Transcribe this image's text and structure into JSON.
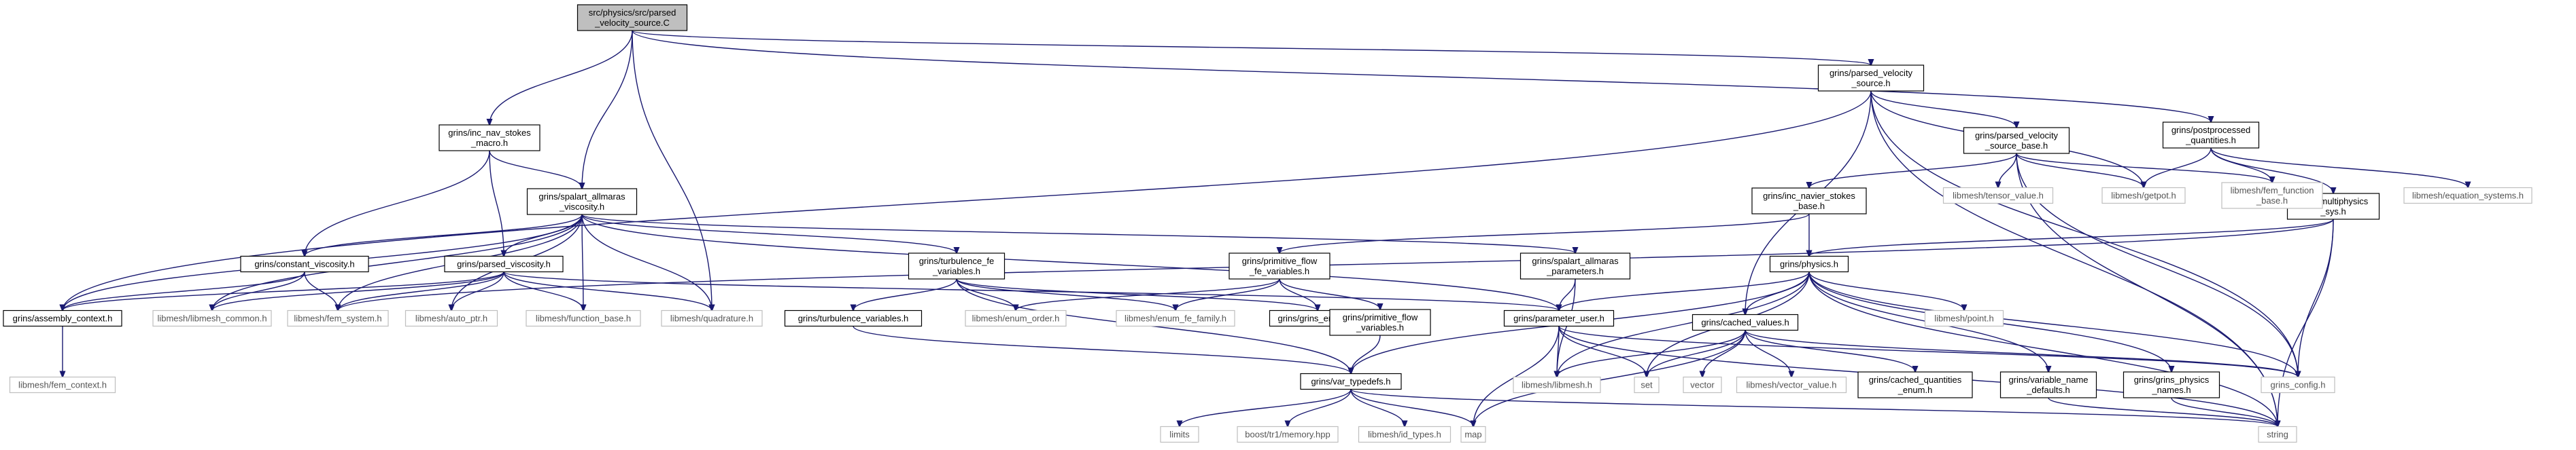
{
  "graph": {
    "title": "",
    "colors": {
      "edge": "#191970",
      "node_border": "#000000",
      "external_border": "#bfbfbf",
      "root_fill": "#bfbfbf"
    },
    "nodes": [
      {
        "id": "root",
        "lines": [
          "src/physics/src/parsed",
          "_velocity_source.C"
        ],
        "kind": "root"
      },
      {
        "id": "pvs",
        "lines": [
          "grins/parsed_velocity",
          "_source.h"
        ],
        "kind": "internal"
      },
      {
        "id": "pq",
        "lines": [
          "grins/postprocessed",
          "_quantities.h"
        ],
        "kind": "internal"
      },
      {
        "id": "ins_macro",
        "lines": [
          "grins/inc_nav_stokes",
          "_macro.h"
        ],
        "kind": "internal"
      },
      {
        "id": "sa_visc",
        "lines": [
          "grins/spalart_allmaras",
          "_viscosity.h"
        ],
        "kind": "internal"
      },
      {
        "id": "pvsb",
        "lines": [
          "grins/parsed_velocity",
          "_source_base.h"
        ],
        "kind": "internal"
      },
      {
        "id": "eq_sys",
        "lines": [
          "libmesh/equation_systems.h"
        ],
        "kind": "external"
      },
      {
        "id": "multiphys",
        "lines": [
          "grins/multiphysics",
          "_sys.h"
        ],
        "kind": "internal"
      },
      {
        "id": "getpot",
        "lines": [
          "libmesh/getpot.h"
        ],
        "kind": "external"
      },
      {
        "id": "fem_fb",
        "lines": [
          "libmesh/fem_function",
          "_base.h"
        ],
        "kind": "external"
      },
      {
        "id": "tensor",
        "lines": [
          "libmesh/tensor_value.h"
        ],
        "kind": "external"
      },
      {
        "id": "ins_base",
        "lines": [
          "grins/inc_navier_stokes",
          "_base.h"
        ],
        "kind": "internal"
      },
      {
        "id": "const_visc",
        "lines": [
          "grins/constant_viscosity.h"
        ],
        "kind": "internal"
      },
      {
        "id": "parsed_visc",
        "lines": [
          "grins/parsed_viscosity.h"
        ],
        "kind": "internal"
      },
      {
        "id": "turb_fe",
        "lines": [
          "grins/turbulence_fe",
          "_variables.h"
        ],
        "kind": "internal"
      },
      {
        "id": "prim_fe",
        "lines": [
          "grins/primitive_flow",
          "_fe_variables.h"
        ],
        "kind": "internal"
      },
      {
        "id": "sa_params",
        "lines": [
          "grins/spalart_allmaras",
          "_parameters.h"
        ],
        "kind": "internal"
      },
      {
        "id": "physics",
        "lines": [
          "grins/physics.h"
        ],
        "kind": "internal"
      },
      {
        "id": "assembly",
        "lines": [
          "grins/assembly_context.h"
        ],
        "kind": "internal"
      },
      {
        "id": "lm_common",
        "lines": [
          "libmesh/libmesh_common.h"
        ],
        "kind": "external"
      },
      {
        "id": "fem_system",
        "lines": [
          "libmesh/fem_system.h"
        ],
        "kind": "external"
      },
      {
        "id": "auto_ptr",
        "lines": [
          "libmesh/auto_ptr.h"
        ],
        "kind": "external"
      },
      {
        "id": "func_base",
        "lines": [
          "libmesh/function_base.h"
        ],
        "kind": "external"
      },
      {
        "id": "quadrature",
        "lines": [
          "libmesh/quadrature.h"
        ],
        "kind": "external"
      },
      {
        "id": "enum_order",
        "lines": [
          "libmesh/enum_order.h"
        ],
        "kind": "external"
      },
      {
        "id": "enum_fe",
        "lines": [
          "libmesh/enum_fe_family.h"
        ],
        "kind": "external"
      },
      {
        "id": "grins_enums",
        "lines": [
          "grins/grins_enums.h"
        ],
        "kind": "internal"
      },
      {
        "id": "param_user",
        "lines": [
          "grins/parameter_user.h"
        ],
        "kind": "internal"
      },
      {
        "id": "point",
        "lines": [
          "libmesh/point.h"
        ],
        "kind": "external"
      },
      {
        "id": "turb_vars",
        "lines": [
          "grins/turbulence_variables.h"
        ],
        "kind": "internal"
      },
      {
        "id": "prim_vars",
        "lines": [
          "grins/primitive_flow",
          "_variables.h"
        ],
        "kind": "internal"
      },
      {
        "id": "cached_vals",
        "lines": [
          "grins/cached_values.h"
        ],
        "kind": "internal"
      },
      {
        "id": "fem_context",
        "lines": [
          "libmesh/fem_context.h"
        ],
        "kind": "external"
      },
      {
        "id": "libmesh",
        "lines": [
          "libmesh/libmesh.h"
        ],
        "kind": "external"
      },
      {
        "id": "set",
        "lines": [
          "set"
        ],
        "kind": "external"
      },
      {
        "id": "vector",
        "lines": [
          "vector"
        ],
        "kind": "external"
      },
      {
        "id": "vec_val",
        "lines": [
          "libmesh/vector_value.h"
        ],
        "kind": "external"
      },
      {
        "id": "cq_enum",
        "lines": [
          "grins/cached_quantities",
          "_enum.h"
        ],
        "kind": "internal"
      },
      {
        "id": "var_name",
        "lines": [
          "grins/variable_name",
          "_defaults.h"
        ],
        "kind": "internal"
      },
      {
        "id": "gp_names",
        "lines": [
          "grins/grins_physics",
          "_names.h"
        ],
        "kind": "internal"
      },
      {
        "id": "config",
        "lines": [
          "grins_config.h"
        ],
        "kind": "external"
      },
      {
        "id": "var_typedefs",
        "lines": [
          "grins/var_typedefs.h"
        ],
        "kind": "internal"
      },
      {
        "id": "limits",
        "lines": [
          "limits"
        ],
        "kind": "external"
      },
      {
        "id": "memory",
        "lines": [
          "boost/tr1/memory.hpp"
        ],
        "kind": "external"
      },
      {
        "id": "id_types",
        "lines": [
          "libmesh/id_types.h"
        ],
        "kind": "external"
      },
      {
        "id": "map",
        "lines": [
          "map"
        ],
        "kind": "external"
      },
      {
        "id": "string",
        "lines": [
          "string"
        ],
        "kind": "external"
      }
    ],
    "edges": [
      [
        "root",
        "pvs"
      ],
      [
        "root",
        "pq"
      ],
      [
        "root",
        "ins_macro"
      ],
      [
        "root",
        "sa_visc"
      ],
      [
        "root",
        "quadrature"
      ],
      [
        "pvs",
        "pvsb"
      ],
      [
        "pvs",
        "getpot"
      ],
      [
        "pvs",
        "assembly"
      ],
      [
        "pvs",
        "cached_vals"
      ],
      [
        "pvs",
        "config"
      ],
      [
        "pvs",
        "string"
      ],
      [
        "pq",
        "getpot"
      ],
      [
        "pq",
        "fem_fb"
      ],
      [
        "pq",
        "multiphys"
      ],
      [
        "pq",
        "eq_sys"
      ],
      [
        "ins_macro",
        "sa_visc"
      ],
      [
        "ins_macro",
        "const_visc"
      ],
      [
        "ins_macro",
        "parsed_visc"
      ],
      [
        "sa_visc",
        "const_visc"
      ],
      [
        "sa_visc",
        "parsed_visc"
      ],
      [
        "sa_visc",
        "turb_fe"
      ],
      [
        "sa_visc",
        "sa_params"
      ],
      [
        "sa_visc",
        "assembly"
      ],
      [
        "sa_visc",
        "lm_common"
      ],
      [
        "sa_visc",
        "fem_system"
      ],
      [
        "sa_visc",
        "auto_ptr"
      ],
      [
        "sa_visc",
        "func_base"
      ],
      [
        "sa_visc",
        "quadrature"
      ],
      [
        "sa_visc",
        "param_user"
      ],
      [
        "pvsb",
        "ins_base"
      ],
      [
        "pvsb",
        "tensor"
      ],
      [
        "pvsb",
        "fem_fb"
      ],
      [
        "pvsb",
        "getpot"
      ],
      [
        "pvsb",
        "config"
      ],
      [
        "pvsb",
        "string"
      ],
      [
        "multiphys",
        "physics"
      ],
      [
        "multiphys",
        "fem_system"
      ],
      [
        "multiphys",
        "config"
      ],
      [
        "multiphys",
        "string"
      ],
      [
        "ins_base",
        "prim_fe"
      ],
      [
        "ins_base",
        "physics"
      ],
      [
        "const_visc",
        "assembly"
      ],
      [
        "const_visc",
        "lm_common"
      ],
      [
        "const_visc",
        "fem_system"
      ],
      [
        "parsed_visc",
        "assembly"
      ],
      [
        "parsed_visc",
        "lm_common"
      ],
      [
        "parsed_visc",
        "fem_system"
      ],
      [
        "parsed_visc",
        "auto_ptr"
      ],
      [
        "parsed_visc",
        "func_base"
      ],
      [
        "parsed_visc",
        "quadrature"
      ],
      [
        "parsed_visc",
        "param_user"
      ],
      [
        "turb_fe",
        "turb_vars"
      ],
      [
        "turb_fe",
        "enum_order"
      ],
      [
        "turb_fe",
        "enum_fe"
      ],
      [
        "turb_fe",
        "grins_enums"
      ],
      [
        "turb_fe",
        "var_typedefs"
      ],
      [
        "prim_fe",
        "prim_vars"
      ],
      [
        "prim_fe",
        "enum_order"
      ],
      [
        "prim_fe",
        "enum_fe"
      ],
      [
        "prim_fe",
        "grins_enums"
      ],
      [
        "sa_params",
        "param_user"
      ],
      [
        "sa_params",
        "libmesh"
      ],
      [
        "physics",
        "param_user"
      ],
      [
        "physics",
        "cached_vals"
      ],
      [
        "physics",
        "var_typedefs"
      ],
      [
        "physics",
        "point"
      ],
      [
        "physics",
        "libmesh"
      ],
      [
        "physics",
        "set"
      ],
      [
        "physics",
        "var_name"
      ],
      [
        "physics",
        "gp_names"
      ],
      [
        "physics",
        "config"
      ],
      [
        "physics",
        "string"
      ],
      [
        "assembly",
        "fem_context"
      ],
      [
        "turb_vars",
        "var_typedefs"
      ],
      [
        "prim_vars",
        "var_typedefs"
      ],
      [
        "param_user",
        "libmesh"
      ],
      [
        "param_user",
        "set"
      ],
      [
        "param_user",
        "map"
      ],
      [
        "param_user",
        "string"
      ],
      [
        "param_user",
        "config"
      ],
      [
        "cached_vals",
        "libmesh"
      ],
      [
        "cached_vals",
        "set"
      ],
      [
        "cached_vals",
        "vector"
      ],
      [
        "cached_vals",
        "vec_val"
      ],
      [
        "cached_vals",
        "map"
      ],
      [
        "cached_vals",
        "cq_enum"
      ],
      [
        "cached_vals",
        "config"
      ],
      [
        "var_name",
        "string"
      ],
      [
        "gp_names",
        "string"
      ],
      [
        "var_typedefs",
        "limits"
      ],
      [
        "var_typedefs",
        "memory"
      ],
      [
        "var_typedefs",
        "id_types"
      ],
      [
        "var_typedefs",
        "map"
      ],
      [
        "var_typedefs",
        "string"
      ]
    ]
  }
}
